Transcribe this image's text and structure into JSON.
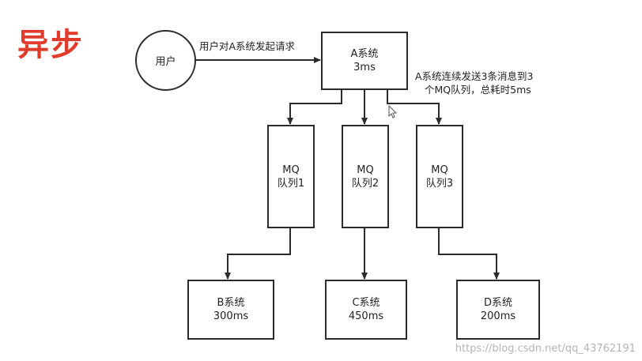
{
  "title": "异步",
  "user": {
    "label": "用户"
  },
  "request_label": "用户对A系统发起请求",
  "system_a": {
    "name": "A系统",
    "time": "3ms"
  },
  "note": {
    "line1": "A系统连续发送3条消息到3",
    "line2": "个MQ队列，总耗时5ms"
  },
  "queues": [
    {
      "line1": "MQ",
      "line2": "队列1"
    },
    {
      "line1": "MQ",
      "line2": "队列2"
    },
    {
      "line1": "MQ",
      "line2": "队列3"
    }
  ],
  "systems": [
    {
      "name": "B系统",
      "time": "300ms"
    },
    {
      "name": "C系统",
      "time": "450ms"
    },
    {
      "name": "D系统",
      "time": "200ms"
    }
  ],
  "watermark": "https://blog.csdn.net/qq_43762191",
  "colors": {
    "title": "#e03c2c",
    "line": "#2b2b2b",
    "watermark": "#b5b5b5"
  }
}
